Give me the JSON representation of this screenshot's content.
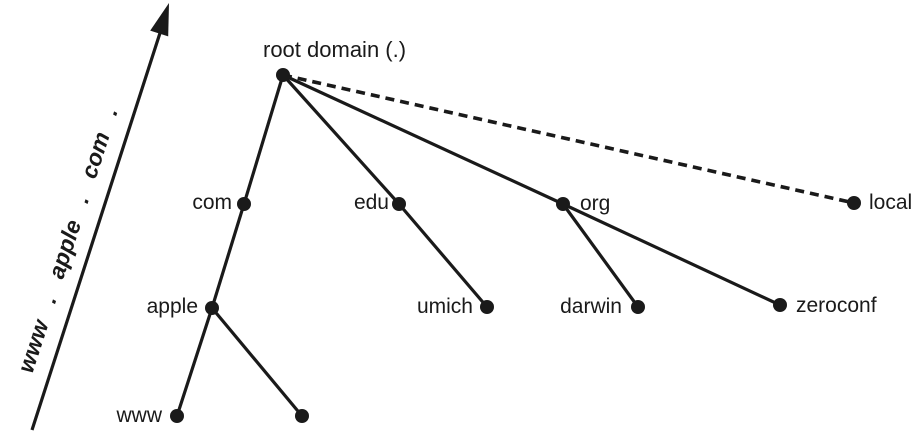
{
  "diagram": {
    "type": "dns-domain-tree",
    "background_color": "#ffffff",
    "ink_color": "#1a1a1a",
    "query_path": {
      "text": "www . apple . com ."
    },
    "nodes": [
      {
        "id": "root",
        "label": "root domain (.)",
        "label_side": "above"
      },
      {
        "id": "com",
        "label": "com",
        "label_side": "left"
      },
      {
        "id": "edu",
        "label": "edu",
        "label_side": "left"
      },
      {
        "id": "org",
        "label": "org",
        "label_side": "right"
      },
      {
        "id": "local",
        "label": "local",
        "label_side": "right"
      },
      {
        "id": "apple",
        "label": "apple",
        "label_side": "left"
      },
      {
        "id": "umich",
        "label": "umich",
        "label_side": "left"
      },
      {
        "id": "darwin",
        "label": "darwin",
        "label_side": "left"
      },
      {
        "id": "zeroconf",
        "label": "zeroconf",
        "label_side": "right"
      },
      {
        "id": "www",
        "label": "www",
        "label_side": "left"
      },
      {
        "id": "unnamed",
        "label": "",
        "label_side": "none"
      }
    ],
    "edges": [
      {
        "from": "root",
        "to": "com",
        "style": "solid"
      },
      {
        "from": "root",
        "to": "edu",
        "style": "solid"
      },
      {
        "from": "root",
        "to": "org",
        "style": "solid"
      },
      {
        "from": "root",
        "to": "local",
        "style": "dashed"
      },
      {
        "from": "com",
        "to": "apple",
        "style": "solid"
      },
      {
        "from": "apple",
        "to": "www",
        "style": "solid"
      },
      {
        "from": "apple",
        "to": "unnamed",
        "style": "solid"
      },
      {
        "from": "edu",
        "to": "umich",
        "style": "solid"
      },
      {
        "from": "org",
        "to": "darwin",
        "style": "solid"
      },
      {
        "from": "org",
        "to": "zeroconf",
        "style": "solid"
      }
    ]
  }
}
